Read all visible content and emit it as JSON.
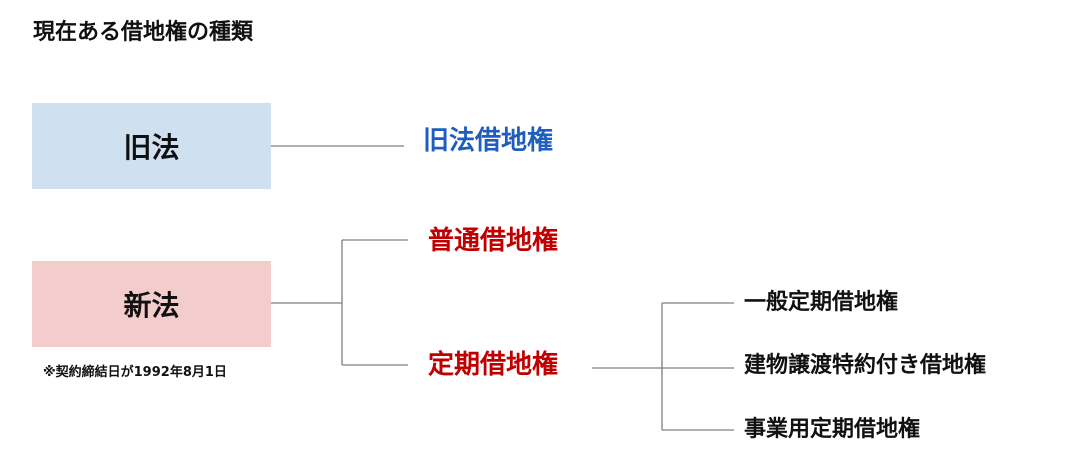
{
  "title": "現在ある借地権の種類",
  "boxes": {
    "old_law": "旧法",
    "new_law": "新法"
  },
  "note": "※契約締結日が1992年8月1日",
  "labels": {
    "old_lease": "旧法借地権",
    "normal_lease": "普通借地権",
    "fixed_lease": "定期借地権",
    "general_fixed": "一般定期借地権",
    "building_transfer": "建物譲渡特約付き借地権",
    "business_fixed": "事業用定期借地権"
  },
  "colors": {
    "old_box": "#cfe0f1",
    "new_box": "#f3cccc",
    "old_label": "#1f5dbf",
    "new_label": "#c00000",
    "line": "#7f7f7f"
  }
}
